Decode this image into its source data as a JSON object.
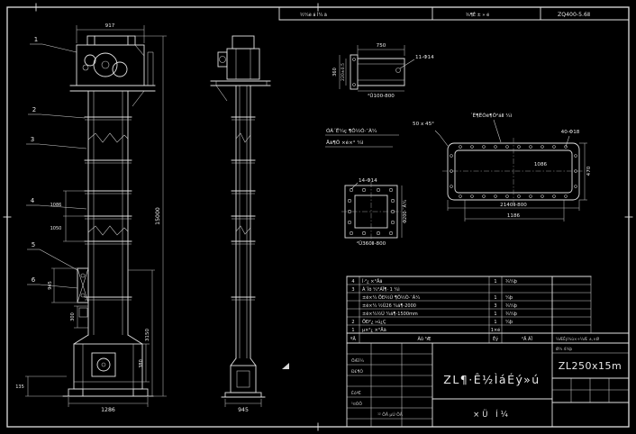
{
  "colors": {
    "bg": "#000000",
    "line": "#e2e2e2",
    "dim": "#bdbdbd"
  },
  "top_bar": {
    "doc_label": "½¼è á Í¼ ä",
    "mid_label": "¾¶Ê ± » é",
    "code": "ZQ400-5.6Ⅱ"
  },
  "front_view": {
    "balloons": [
      "1",
      "2",
      "3",
      "4",
      "5",
      "6"
    ],
    "dims": {
      "top_width": "917",
      "total_height": "15000",
      "lower_height": "3150",
      "seg_a": "1086",
      "seg_b": "1050",
      "seg_c": "945",
      "pitch": "300",
      "boot_height": "380",
      "base_height": "135",
      "base_width": "1286"
    }
  },
  "side_view": {
    "base_width": "945"
  },
  "detail_channel": {
    "length": "750",
    "height": "360",
    "tolerance": "220±0.5",
    "holes": "11-Φ14",
    "spec": "²Û100-800"
  },
  "detail_flange": {
    "holes": "14-Φ14",
    "bore": "Φ200·¨À¼",
    "spec": "²Û360Ⅱ-800"
  },
  "detail_plate": {
    "holes": "40-Φ18",
    "slot_width": "1086",
    "height": "470",
    "length": "2140Ⅱ-800",
    "inner_length": "1186",
    "note": "´Ë¶ËÓë¶Ô²áⅡ ¼ì",
    "chamfer": "50 x 45°"
  },
  "note": {
    "line1": "ÓÃ´Ë¼ç ¶Ô½Ó·¨À¼",
    "line2": "Åä¶Ô ×é×° ¼ì"
  },
  "parts_table": {
    "header": {
      "no": "ºÅ",
      "name": "Ãû ³Æ",
      "qty": "Êý",
      "mat": "²Ä ÁÏ"
    },
    "rows": [
      {
        "no": "4",
        "name": "Í·²¿ ×°Åä",
        "qty": "1",
        "mat": "¾¼þ"
      },
      {
        "no": "3",
        "name": "Á´Ìõ ¼°ÁÏ¶· 1 ¼ì",
        "qty": "",
        "mat": ""
      },
      {
        "no": "",
        "name": "±ê×¼ ÖÐ½Ú ¶Ô½Ó·¨À¼",
        "qty": "1",
        "mat": "¼þ"
      },
      {
        "no": "",
        "name": "±ê×¼ ½Ú26 ¼á¶-2000",
        "qty": "3",
        "mat": "¾¼þ"
      },
      {
        "no": "",
        "name": "±ê×¼½Ú ¼á¶-1500mm",
        "qty": "1",
        "mat": "¾¼þ"
      },
      {
        "no": "2",
        "name": "ÖÐ²¿ »ú¿Ç",
        "qty": "1",
        "mat": "¼þ"
      },
      {
        "no": "1",
        "name": "µ×²¿ ×°Åä",
        "qty": "1×é",
        "mat": ""
      }
    ]
  },
  "title_block": {
    "drawing_name": "ZL¶·Ê½ÌáÉý»ú",
    "sheet_label": "×Ü Í¼",
    "model": "ZL250x15m",
    "spec_line1": "¼ÆÊý¾ù×÷¼Æ ±,×Ø",
    "spec_line2": "Ø¾ 4¼þ",
    "left_labels": [
      "ÖÆÍ¼",
      "Ð£¶Ô",
      "ÉóºË",
      "¹¤ÒÕ"
    ],
    "footer": "¹² ÕÅ  µÚ ÕÅ"
  }
}
